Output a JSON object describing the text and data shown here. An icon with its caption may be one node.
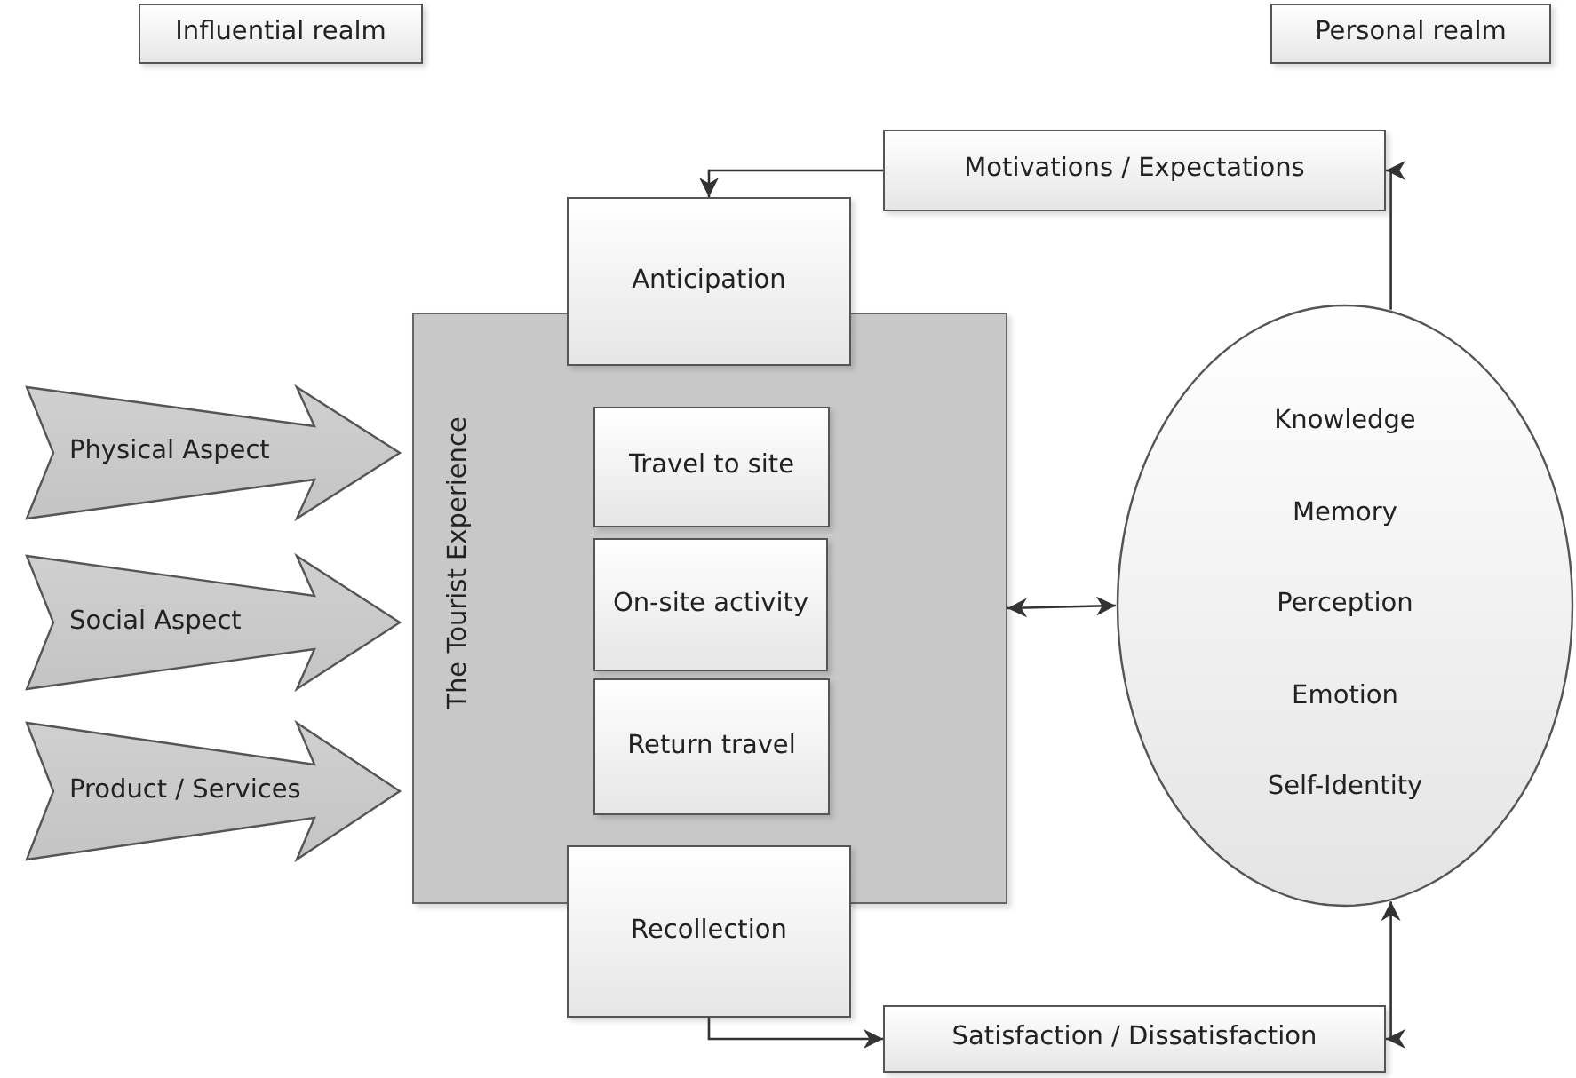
{
  "diagram": {
    "nodes": [
      {
        "text": [
          "Influential realm"
        ]
      },
      {
        "text": [
          "Personal realm"
        ]
      },
      {
        "text": [
          "Motivations / Expectations"
        ]
      },
      {
        "text": [
          "The Tourist Experience"
        ]
      },
      {
        "text": [
          "Anticipation"
        ]
      },
      {
        "text": [
          "Travel to site"
        ],
        "in": 3
      },
      {
        "text": [
          "On-site activity"
        ],
        "in": 3
      },
      {
        "text": [
          "Return travel"
        ],
        "in": 3
      },
      {
        "text": [
          "Recollection"
        ]
      },
      {
        "text": [
          "Physical Aspect"
        ]
      },
      {
        "text": [
          "Social Aspect"
        ]
      },
      {
        "text": [
          "Product / Services"
        ]
      },
      {
        "text": [
          "Knowledge",
          "Memory",
          "Perception",
          "Emotion",
          "Self-Identity"
        ]
      },
      {
        "text": [
          "Satisfaction / Dissatisfaction"
        ]
      }
    ],
    "edges": [
      {
        "from": 2,
        "to": 4,
        "arrow": "to"
      },
      {
        "from": 12,
        "to": 2,
        "arrow": "to"
      },
      {
        "from": 3,
        "to": 12,
        "arrow": "both"
      },
      {
        "from": 8,
        "to": 13,
        "arrow": "to"
      },
      {
        "from": 13,
        "to": 12,
        "arrow": "both"
      }
    ]
  }
}
